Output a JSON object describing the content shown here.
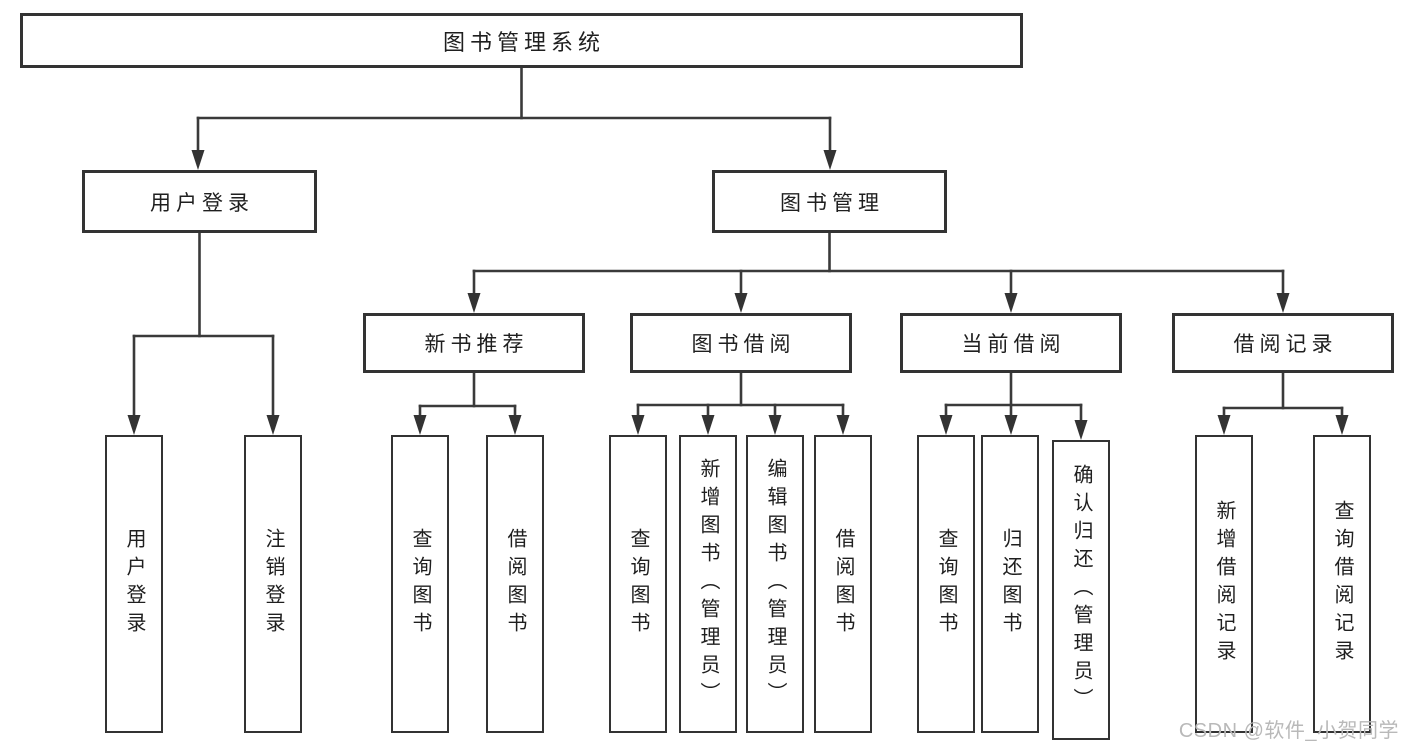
{
  "watermark": "CSDN @软件_小贺同学",
  "colors": {
    "line": "#3a3a3a",
    "box_border": "#333333",
    "text": "#1f1f1f",
    "watermark": "#b9b9b9",
    "background": "#ffffff"
  },
  "tree": {
    "root": "图书管理系统",
    "branches": [
      {
        "label": "用户登录",
        "children": [
          "用户登录",
          "注销登录"
        ]
      },
      {
        "label": "图书管理",
        "sections": [
          {
            "label": "新书推荐",
            "children": [
              "查询图书",
              "借阅图书"
            ]
          },
          {
            "label": "图书借阅",
            "children": [
              "查询图书",
              "新增图书（管理员）",
              "编辑图书（管理员）",
              "借阅图书"
            ]
          },
          {
            "label": "当前借阅",
            "children": [
              "查询图书",
              "归还图书",
              "确认归还（管理员）"
            ]
          },
          {
            "label": "借阅记录",
            "children": [
              "新增借阅记录",
              "查询借阅记录"
            ]
          }
        ]
      }
    ]
  }
}
